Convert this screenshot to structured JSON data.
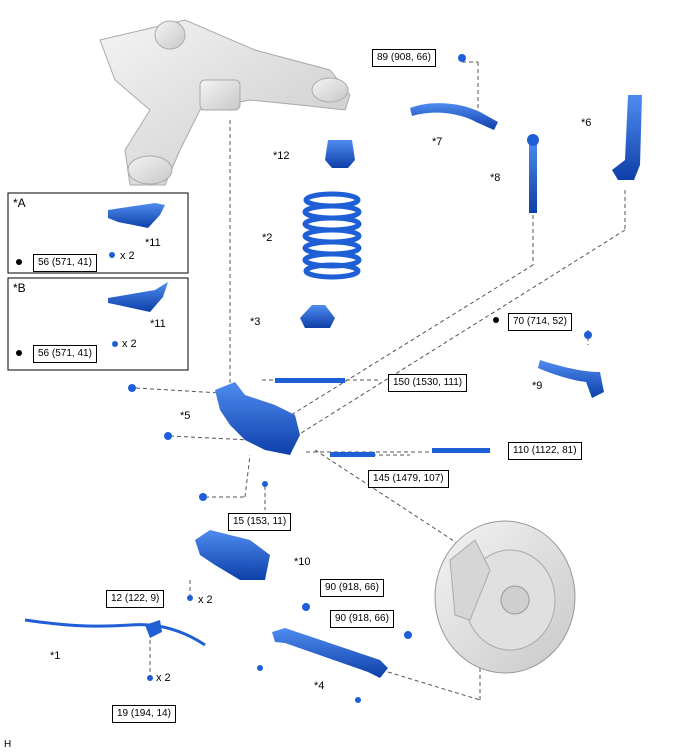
{
  "callouts": {
    "c1": "*1",
    "c2": "*2",
    "c3": "*3",
    "c4": "*4",
    "c5": "*5",
    "c6": "*6",
    "c7": "*7",
    "c8": "*8",
    "c9": "*9",
    "c10": "*10",
    "c11a": "*11",
    "c11b": "*11",
    "c12": "*12"
  },
  "insets": {
    "a_title": "*A",
    "b_title": "*B",
    "a_torque": "56 (571, 41)",
    "b_torque": "56 (571, 41)",
    "a_qty": "x 2",
    "b_qty": "x 2"
  },
  "torques": {
    "t89": "89 (908, 66)",
    "t70": "70 (714, 52)",
    "t150": "150 (1530, 111)",
    "t110": "110 (1122, 81)",
    "t145": "145 (1479, 107)",
    "t15": "15 (153, 11)",
    "t12": "12 (122, 9)",
    "t90a": "90 (918, 66)",
    "t90b": "90 (918, 66)",
    "t19": "19 (194, 14)"
  },
  "quantities": {
    "q12": "x 2",
    "q19": "x 2"
  },
  "footer": {
    "code": "H"
  },
  "colors": {
    "part": "#1f5fd6",
    "part_dark": "#0d3fa8",
    "frame": "#e6e6e6",
    "frame_edge": "#b5b5b5",
    "leader": "#555555"
  }
}
